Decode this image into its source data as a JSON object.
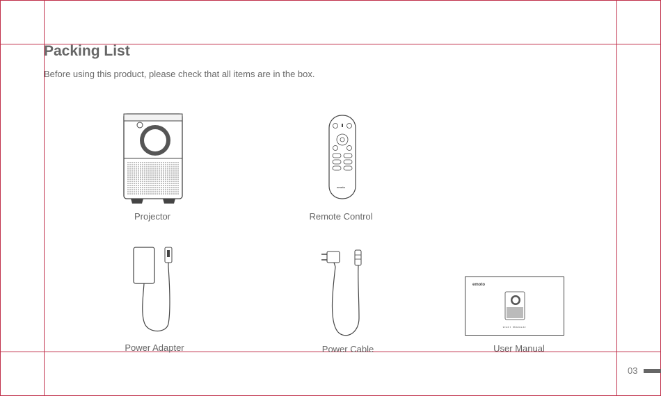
{
  "page": {
    "title": "Packing List",
    "intro": "Before using this product, please check that all items are in the box.",
    "page_number": "03"
  },
  "items": [
    {
      "id": "projector",
      "caption": "Projector"
    },
    {
      "id": "remote",
      "caption": "Remote Control",
      "brand": "emoto"
    },
    {
      "id": "adapter",
      "caption": "Power Adapter"
    },
    {
      "id": "cable",
      "caption": "Power Cable"
    },
    {
      "id": "manual",
      "caption": "User Manual",
      "brand": "emoto",
      "cover_text": "User Manual"
    }
  ],
  "colors": {
    "guide": "#c0304a",
    "text": "#666666",
    "line": "#444444"
  }
}
